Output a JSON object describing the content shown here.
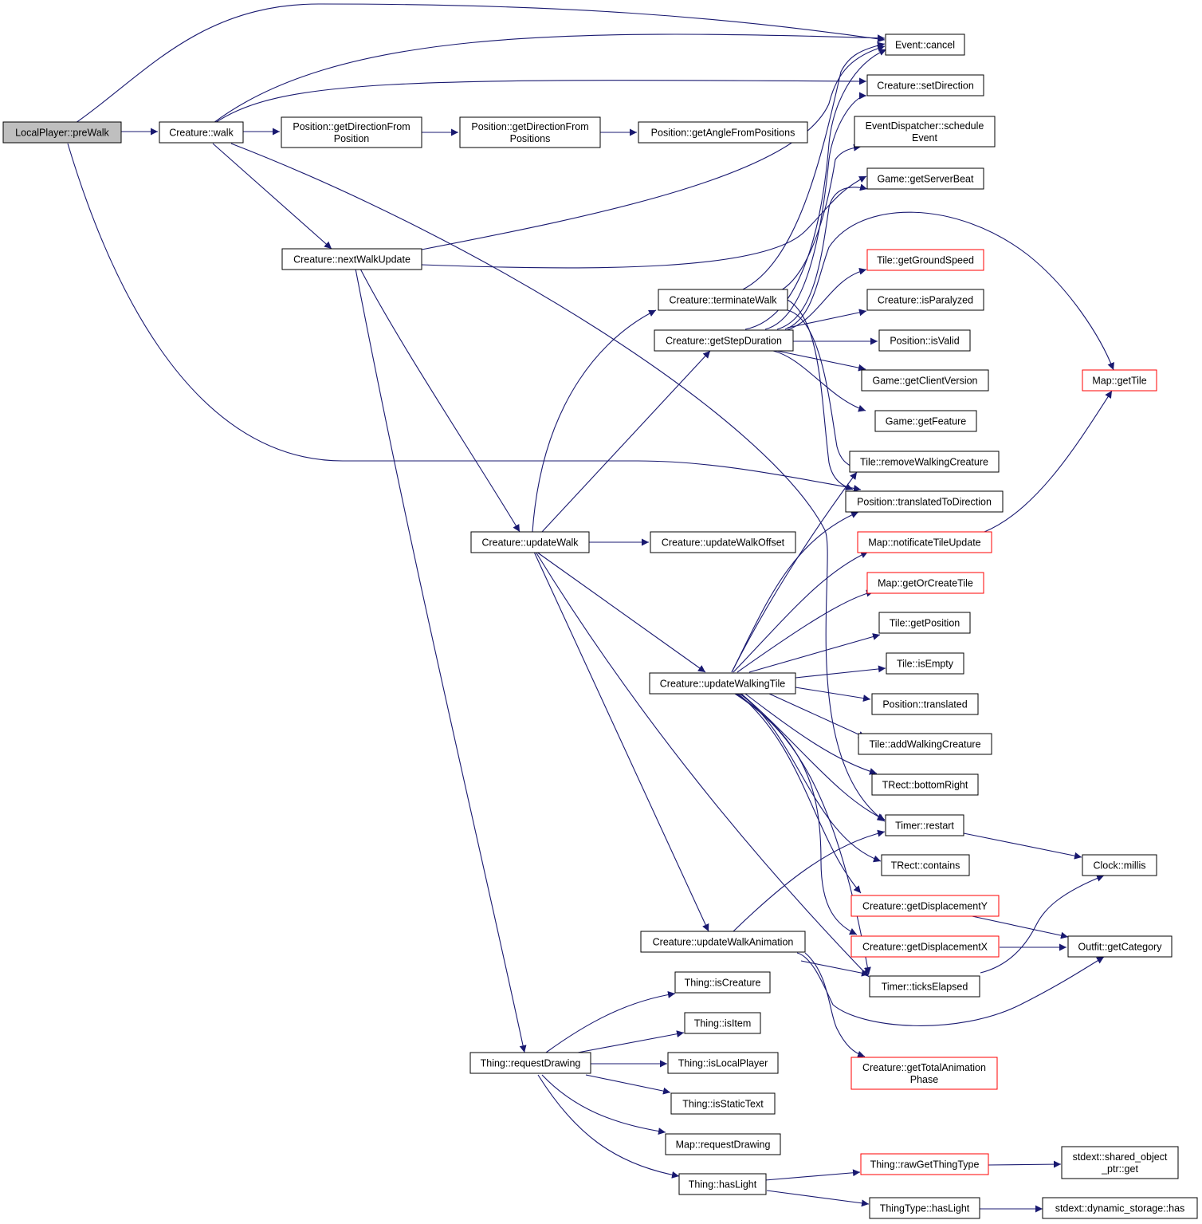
{
  "diagram": {
    "nodes": {
      "lp_prewalk": {
        "lines": [
          "LocalPlayer::preWalk"
        ],
        "style": "root"
      },
      "cr_walk": {
        "lines": [
          "Creature::walk"
        ],
        "style": "normal"
      },
      "pos_getdir_pos": {
        "lines": [
          "Position::getDirectionFrom",
          "Position"
        ],
        "style": "normal"
      },
      "pos_getdir_poss": {
        "lines": [
          "Position::getDirectionFrom",
          "Positions"
        ],
        "style": "normal"
      },
      "pos_getangle": {
        "lines": [
          "Position::getAngleFromPositions"
        ],
        "style": "normal"
      },
      "event_cancel": {
        "lines": [
          "Event::cancel"
        ],
        "style": "normal"
      },
      "cr_setdirection": {
        "lines": [
          "Creature::setDirection"
        ],
        "style": "normal"
      },
      "ed_schedule": {
        "lines": [
          "EventDispatcher::schedule",
          "Event"
        ],
        "style": "normal"
      },
      "game_serverbeat": {
        "lines": [
          "Game::getServerBeat"
        ],
        "style": "normal"
      },
      "tile_groundspeed": {
        "lines": [
          "Tile::getGroundSpeed"
        ],
        "style": "red"
      },
      "cr_isparalyzed": {
        "lines": [
          "Creature::isParalyzed"
        ],
        "style": "normal"
      },
      "pos_isvalid": {
        "lines": [
          "Position::isValid"
        ],
        "style": "normal"
      },
      "game_clientversion": {
        "lines": [
          "Game::getClientVersion"
        ],
        "style": "normal"
      },
      "game_feature": {
        "lines": [
          "Game::getFeature"
        ],
        "style": "normal"
      },
      "tile_removewalking": {
        "lines": [
          "Tile::removeWalkingCreature"
        ],
        "style": "normal"
      },
      "pos_translatedtodir": {
        "lines": [
          "Position::translatedToDirection"
        ],
        "style": "normal"
      },
      "map_gettile": {
        "lines": [
          "Map::getTile"
        ],
        "style": "red"
      },
      "cr_nextwalkupdate": {
        "lines": [
          "Creature::nextWalkUpdate"
        ],
        "style": "normal"
      },
      "cr_terminatewalk": {
        "lines": [
          "Creature::terminateWalk"
        ],
        "style": "normal"
      },
      "cr_getstepduration": {
        "lines": [
          "Creature::getStepDuration"
        ],
        "style": "normal"
      },
      "cr_updatewalk": {
        "lines": [
          "Creature::updateWalk"
        ],
        "style": "normal"
      },
      "cr_updatewalkoffset": {
        "lines": [
          "Creature::updateWalkOffset"
        ],
        "style": "normal"
      },
      "map_notificate": {
        "lines": [
          "Map::notificateTileUpdate"
        ],
        "style": "red"
      },
      "map_getorcreate": {
        "lines": [
          "Map::getOrCreateTile"
        ],
        "style": "red"
      },
      "tile_getposition": {
        "lines": [
          "Tile::getPosition"
        ],
        "style": "normal"
      },
      "tile_isempty": {
        "lines": [
          "Tile::isEmpty"
        ],
        "style": "normal"
      },
      "pos_translated": {
        "lines": [
          "Position::translated"
        ],
        "style": "normal"
      },
      "tile_addwalking": {
        "lines": [
          "Tile::addWalkingCreature"
        ],
        "style": "normal"
      },
      "trect_bottomright": {
        "lines": [
          "TRect::bottomRight"
        ],
        "style": "normal"
      },
      "cr_updatewalkingtile": {
        "lines": [
          "Creature::updateWalkingTile"
        ],
        "style": "normal"
      },
      "timer_restart": {
        "lines": [
          "Timer::restart"
        ],
        "style": "normal"
      },
      "trect_contains": {
        "lines": [
          "TRect::contains"
        ],
        "style": "normal"
      },
      "clock_millis": {
        "lines": [
          "Clock::millis"
        ],
        "style": "normal"
      },
      "cr_dispy": {
        "lines": [
          "Creature::getDisplacementY"
        ],
        "style": "red"
      },
      "cr_dispx": {
        "lines": [
          "Creature::getDisplacementX"
        ],
        "style": "red"
      },
      "outfit_category": {
        "lines": [
          "Outfit::getCategory"
        ],
        "style": "normal"
      },
      "cr_updatewalkanim": {
        "lines": [
          "Creature::updateWalkAnimation"
        ],
        "style": "normal"
      },
      "timer_ticks": {
        "lines": [
          "Timer::ticksElapsed"
        ],
        "style": "normal"
      },
      "cr_totalanim": {
        "lines": [
          "Creature::getTotalAnimation",
          "Phase"
        ],
        "style": "red"
      },
      "thing_iscreature": {
        "lines": [
          "Thing::isCreature"
        ],
        "style": "normal"
      },
      "thing_isitem": {
        "lines": [
          "Thing::isItem"
        ],
        "style": "normal"
      },
      "thing_requestdrawing": {
        "lines": [
          "Thing::requestDrawing"
        ],
        "style": "normal"
      },
      "thing_islocalplayer": {
        "lines": [
          "Thing::isLocalPlayer"
        ],
        "style": "normal"
      },
      "thing_isstatictext": {
        "lines": [
          "Thing::isStaticText"
        ],
        "style": "normal"
      },
      "map_requestdrawing": {
        "lines": [
          "Map::requestDrawing"
        ],
        "style": "normal"
      },
      "thing_haslight": {
        "lines": [
          "Thing::hasLight"
        ],
        "style": "normal"
      },
      "thing_rawget": {
        "lines": [
          "Thing::rawGetThingType"
        ],
        "style": "red"
      },
      "stdext_sop_get": {
        "lines": [
          "stdext::shared_object",
          "_ptr::get"
        ],
        "style": "normal"
      },
      "thingtype_haslight": {
        "lines": [
          "ThingType::hasLight"
        ],
        "style": "normal"
      },
      "stdext_ds_has": {
        "lines": [
          "stdext::dynamic_storage::has"
        ],
        "style": "normal"
      }
    },
    "colors": {
      "edge": "#191970",
      "border": "#000000",
      "red_border": "#ff0000",
      "root_fill": "#bfbfbf"
    }
  }
}
